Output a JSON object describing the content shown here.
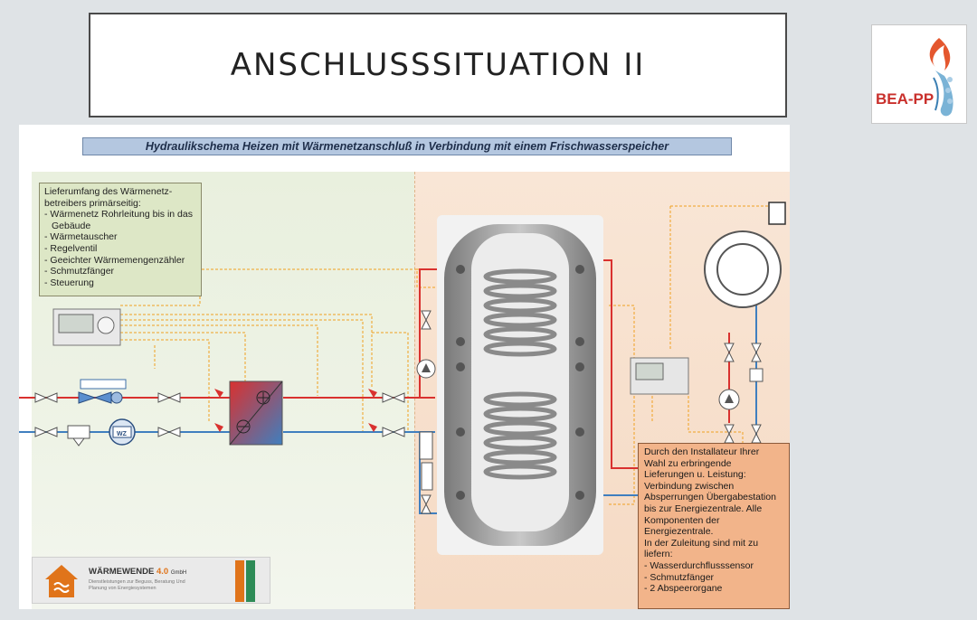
{
  "slide": {
    "title": "ANSCHLUSSSITUATION II",
    "logo_text": "BEA-PP"
  },
  "diagram": {
    "banner": "Hydraulikschema Heizen mit Wärmenetzanschluß in Verbindung mit einem Frischwasserspeicher",
    "supplier_scope": [
      "Lieferumfang des Wärmenetz-",
      "betreibers primärseitig:",
      "- Wärmenetz Rohrleitung bis in das",
      "  Gebäude",
      "- Wärmetauscher",
      "- Regelventil",
      "- Geeichter Wärmemengenzähler",
      "- Schmutzfänger",
      "- Steuerung"
    ],
    "installer_scope": [
      "Durch den Installateur Ihrer",
      "Wahl zu erbringende",
      "Lieferungen u. Leistung:",
      "Verbindung zwischen",
      "Absperrungen Übergabestation",
      "bis zur Energiezentrale. Alle",
      "Komponenten der",
      "Energiezentrale.",
      "In der Zuleitung sind mit zu",
      "liefern:",
      "- Wasserdurchflusssensor",
      "- Schmutzfänger",
      "- 2 Abspeerorgane"
    ],
    "meter_label": "WZ",
    "company": {
      "name": "WÄRMEWENDE",
      "version": "4.0",
      "suffix": "GmbH",
      "tagline": "Dienstleistungen zur Beguss, Beratung Und Planung von Energiesystemen"
    },
    "colors": {
      "supply": "#d9312f",
      "return": "#3f7fbf",
      "control": "#f0a020",
      "left_zone": "#e9f0de",
      "right_zone": "#f5dac4"
    }
  }
}
